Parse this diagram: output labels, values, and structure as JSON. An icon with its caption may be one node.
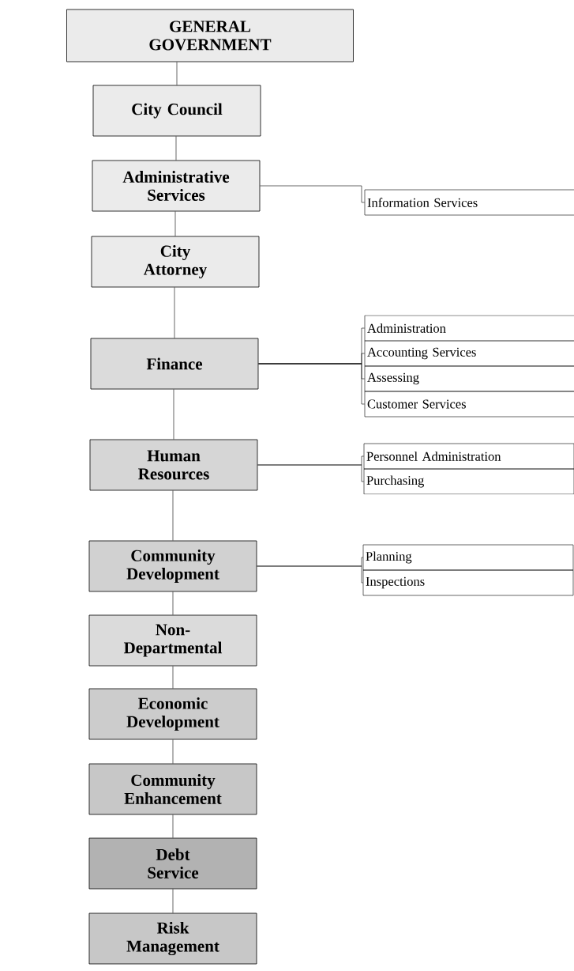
{
  "diagram": {
    "nodes": [
      {
        "text": [
          "GENERAL GOVERNMENT"
        ]
      },
      {
        "text": [
          "City Council"
        ]
      },
      {
        "text": [
          "Administrative Services"
        ]
      },
      {
        "text": [
          "Information Services"
        ]
      },
      {
        "text": [
          "City Attorney"
        ]
      },
      {
        "text": [
          "Finance"
        ]
      },
      {
        "text": [
          "Administration"
        ]
      },
      {
        "text": [
          "Accounting Services"
        ]
      },
      {
        "text": [
          "Assessing"
        ]
      },
      {
        "text": [
          "Customer Services"
        ]
      },
      {
        "text": [
          "Human Resources"
        ]
      },
      {
        "text": [
          "Personnel Administration"
        ]
      },
      {
        "text": [
          "Purchasing"
        ]
      },
      {
        "text": [
          "Community Development"
        ]
      },
      {
        "text": [
          "Planning"
        ]
      },
      {
        "text": [
          "Inspections"
        ]
      },
      {
        "text": [
          "Non-Departmental"
        ]
      },
      {
        "text": [
          "Economic Development"
        ]
      },
      {
        "text": [
          "Community Enhancement"
        ]
      },
      {
        "text": [
          "Debt Service"
        ]
      },
      {
        "text": [
          "Risk Management"
        ]
      }
    ],
    "edges": [
      {
        "from": 0,
        "to": 1,
        "arrow": "none"
      },
      {
        "from": 1,
        "to": 2,
        "arrow": "none"
      },
      {
        "from": 2,
        "to": 3,
        "arrow": "none"
      },
      {
        "from": 2,
        "to": 4,
        "arrow": "none"
      },
      {
        "from": 4,
        "to": 5,
        "arrow": "none"
      },
      {
        "from": 5,
        "to": 6,
        "arrow": "none"
      },
      {
        "from": 5,
        "to": 7,
        "arrow": "none"
      },
      {
        "from": 5,
        "to": 8,
        "arrow": "none"
      },
      {
        "from": 5,
        "to": 9,
        "arrow": "none"
      },
      {
        "from": 5,
        "to": 10,
        "arrow": "none"
      },
      {
        "from": 10,
        "to": 11,
        "arrow": "none"
      },
      {
        "from": 10,
        "to": 12,
        "arrow": "none"
      },
      {
        "from": 10,
        "to": 13,
        "arrow": "none"
      },
      {
        "from": 13,
        "to": 14,
        "arrow": "none"
      },
      {
        "from": 13,
        "to": 15,
        "arrow": "none"
      },
      {
        "from": 13,
        "to": 16,
        "arrow": "none"
      },
      {
        "from": 16,
        "to": 17,
        "arrow": "none"
      },
      {
        "from": 17,
        "to": 18,
        "arrow": "none"
      },
      {
        "from": 18,
        "to": 19,
        "arrow": "none"
      },
      {
        "from": 19,
        "to": 20,
        "arrow": "none"
      }
    ]
  }
}
